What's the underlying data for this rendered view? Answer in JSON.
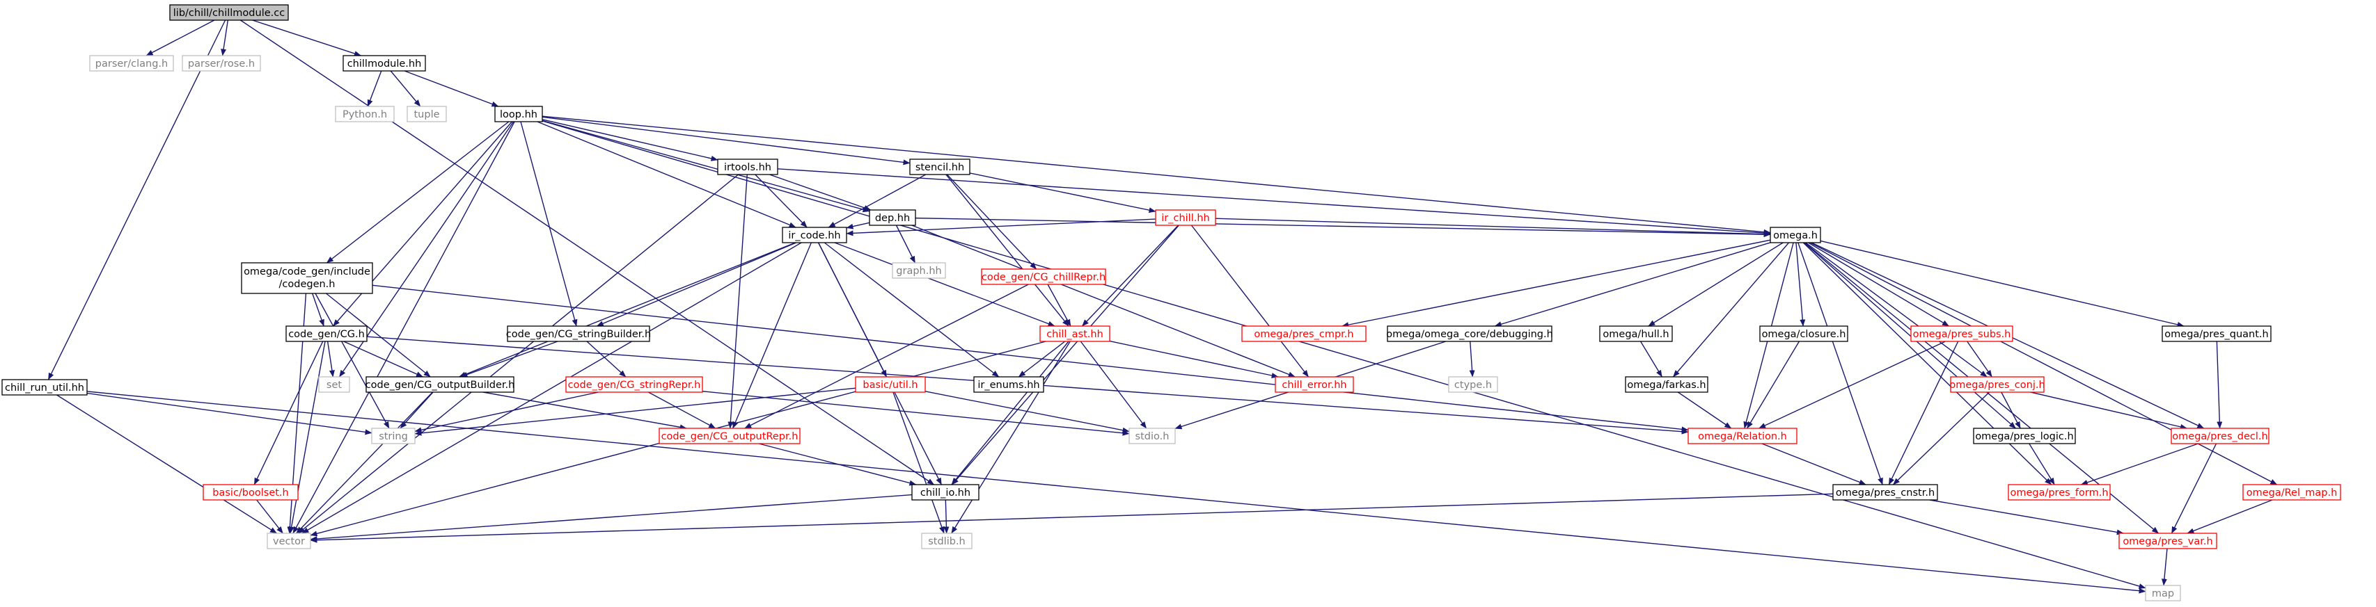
{
  "colors": {
    "edge": "#191970",
    "node_border_black": "#000000",
    "node_border_red": "#ff0000",
    "node_border_gray": "#bfbfbf",
    "root_fill": "#bfbfbf",
    "text_normal": "#000000",
    "text_red": "#ff0000",
    "text_gray": "#7f7f7f"
  },
  "nodes": {
    "root": {
      "label": "lib/chill/chillmodule.cc",
      "kind": "root"
    },
    "clang": {
      "label": "parser/clang.h",
      "kind": "external"
    },
    "rose": {
      "label": "parser/rose.h",
      "kind": "external"
    },
    "chillmodule_hh": {
      "label": "chillmodule.hh",
      "kind": "documented"
    },
    "chill_run_util": {
      "label": "chill_run_util.hh",
      "kind": "documented"
    },
    "python_h": {
      "label": "Python.h",
      "kind": "external"
    },
    "tuple": {
      "label": "tuple",
      "kind": "external"
    },
    "loop_hh": {
      "label": "loop.hh",
      "kind": "documented"
    },
    "irtools_hh": {
      "label": "irtools.hh",
      "kind": "documented"
    },
    "stencil_hh": {
      "label": "stencil.hh",
      "kind": "documented"
    },
    "ir_chill_hh": {
      "label": "ir_chill.hh",
      "kind": "truncated"
    },
    "dep_hh": {
      "label": "dep.hh",
      "kind": "documented"
    },
    "codegen_h": {
      "label": "omega/code_gen/include\n/codegen.h",
      "kind": "documented"
    },
    "ir_code_hh": {
      "label": "ir_code.hh",
      "kind": "documented"
    },
    "graph_hh": {
      "label": "graph.hh",
      "kind": "external"
    },
    "cg_chillrepr": {
      "label": "code_gen/CG_chillRepr.h",
      "kind": "truncated"
    },
    "omega_h": {
      "label": "omega.h",
      "kind": "documented"
    },
    "cg_h": {
      "label": "code_gen/CG.h",
      "kind": "documented"
    },
    "cg_stringbuilder": {
      "label": "code_gen/CG_stringBuilder.h",
      "kind": "documented"
    },
    "chill_ast_hh": {
      "label": "chill_ast.hh",
      "kind": "truncated"
    },
    "pres_cmpr": {
      "label": "omega/pres_cmpr.h",
      "kind": "truncated"
    },
    "omega_core_debugging": {
      "label": "omega/omega_core/debugging.h",
      "kind": "documented"
    },
    "hull_h": {
      "label": "omega/hull.h",
      "kind": "documented"
    },
    "closure_h": {
      "label": "omega/closure.h",
      "kind": "documented"
    },
    "pres_subs": {
      "label": "omega/pres_subs.h",
      "kind": "truncated"
    },
    "pres_quant": {
      "label": "omega/pres_quant.h",
      "kind": "documented"
    },
    "set": {
      "label": "set",
      "kind": "external"
    },
    "cg_outputbuilder": {
      "label": "code_gen/CG_outputBuilder.h",
      "kind": "documented"
    },
    "cg_stringrepr": {
      "label": "code_gen/CG_stringRepr.h",
      "kind": "truncated"
    },
    "basic_util": {
      "label": "basic/util.h",
      "kind": "truncated"
    },
    "ir_enums": {
      "label": "ir_enums.hh",
      "kind": "documented"
    },
    "chill_error": {
      "label": "chill_error.hh",
      "kind": "truncated"
    },
    "ctype_h": {
      "label": "ctype.h",
      "kind": "external"
    },
    "farkas_h": {
      "label": "omega/farkas.h",
      "kind": "documented"
    },
    "pres_conj": {
      "label": "omega/pres_conj.h",
      "kind": "truncated"
    },
    "string": {
      "label": "string",
      "kind": "external"
    },
    "cg_outputrepr": {
      "label": "code_gen/CG_outputRepr.h",
      "kind": "truncated"
    },
    "stdio_h": {
      "label": "stdio.h",
      "kind": "external"
    },
    "relation_h": {
      "label": "omega/Relation.h",
      "kind": "truncated"
    },
    "pres_logic": {
      "label": "omega/pres_logic.h",
      "kind": "documented"
    },
    "pres_decl": {
      "label": "omega/pres_decl.h",
      "kind": "truncated"
    },
    "boolset": {
      "label": "basic/boolset.h",
      "kind": "truncated"
    },
    "chill_io": {
      "label": "chill_io.hh",
      "kind": "documented"
    },
    "pres_cnstr": {
      "label": "omega/pres_cnstr.h",
      "kind": "documented"
    },
    "pres_form": {
      "label": "omega/pres_form.h",
      "kind": "truncated"
    },
    "rel_map": {
      "label": "omega/Rel_map.h",
      "kind": "truncated"
    },
    "vector": {
      "label": "vector",
      "kind": "external"
    },
    "stdlib_h": {
      "label": "stdlib.h",
      "kind": "external"
    },
    "pres_var": {
      "label": "omega/pres_var.h",
      "kind": "truncated"
    },
    "map": {
      "label": "map",
      "kind": "external"
    }
  },
  "edges": [
    [
      "root",
      "chill_run_util"
    ],
    [
      "root",
      "clang"
    ],
    [
      "root",
      "rose"
    ],
    [
      "root",
      "chillmodule_hh"
    ],
    [
      "root",
      "chill_io"
    ],
    [
      "chillmodule_hh",
      "python_h"
    ],
    [
      "chillmodule_hh",
      "tuple"
    ],
    [
      "chillmodule_hh",
      "loop_hh"
    ],
    [
      "chill_run_util",
      "string"
    ],
    [
      "chill_run_util",
      "vector"
    ],
    [
      "chill_run_util",
      "map"
    ],
    [
      "loop_hh",
      "irtools_hh"
    ],
    [
      "loop_hh",
      "stencil_hh"
    ],
    [
      "loop_hh",
      "dep_hh"
    ],
    [
      "loop_hh",
      "codegen_h"
    ],
    [
      "loop_hh",
      "ir_code_hh"
    ],
    [
      "loop_hh",
      "omega_h"
    ],
    [
      "loop_hh",
      "cg_h"
    ],
    [
      "loop_hh",
      "cg_stringbuilder"
    ],
    [
      "loop_hh",
      "set"
    ],
    [
      "loop_hh",
      "vector"
    ],
    [
      "loop_hh",
      "map"
    ],
    [
      "irtools_hh",
      "dep_hh"
    ],
    [
      "irtools_hh",
      "ir_code_hh"
    ],
    [
      "irtools_hh",
      "omega_h"
    ],
    [
      "irtools_hh",
      "cg_outputrepr"
    ],
    [
      "irtools_hh",
      "vector"
    ],
    [
      "stencil_hh",
      "ir_chill_hh"
    ],
    [
      "stencil_hh",
      "cg_chillrepr"
    ],
    [
      "stencil_hh",
      "ir_code_hh"
    ],
    [
      "stencil_hh",
      "chill_ast_hh"
    ],
    [
      "ir_chill_hh",
      "ir_code_hh"
    ],
    [
      "ir_chill_hh",
      "chill_ast_hh"
    ],
    [
      "ir_chill_hh",
      "chill_error"
    ],
    [
      "ir_chill_hh",
      "omega_h"
    ],
    [
      "ir_chill_hh",
      "chill_io"
    ],
    [
      "dep_hh",
      "graph_hh"
    ],
    [
      "dep_hh",
      "ir_code_hh"
    ],
    [
      "dep_hh",
      "omega_h"
    ],
    [
      "dep_hh",
      "chill_error"
    ],
    [
      "codegen_h",
      "cg_h"
    ],
    [
      "codegen_h",
      "cg_outputbuilder"
    ],
    [
      "codegen_h",
      "relation_h"
    ],
    [
      "codegen_h",
      "string"
    ],
    [
      "codegen_h",
      "vector"
    ],
    [
      "ir_code_hh",
      "cg_stringbuilder"
    ],
    [
      "ir_code_hh",
      "cg_outputbuilder"
    ],
    [
      "ir_code_hh",
      "cg_outputrepr"
    ],
    [
      "ir_code_hh",
      "chill_ast_hh"
    ],
    [
      "ir_code_hh",
      "basic_util"
    ],
    [
      "ir_code_hh",
      "ir_enums"
    ],
    [
      "ir_code_hh",
      "chill_io"
    ],
    [
      "ir_code_hh",
      "vector"
    ],
    [
      "cg_chillrepr",
      "chill_ast_hh"
    ],
    [
      "cg_chillrepr",
      "cg_outputrepr"
    ],
    [
      "omega_h",
      "pres_cmpr"
    ],
    [
      "omega_h",
      "omega_core_debugging"
    ],
    [
      "omega_h",
      "hull_h"
    ],
    [
      "omega_h",
      "closure_h"
    ],
    [
      "omega_h",
      "pres_subs"
    ],
    [
      "omega_h",
      "pres_quant"
    ],
    [
      "omega_h",
      "farkas_h"
    ],
    [
      "omega_h",
      "pres_conj"
    ],
    [
      "omega_h",
      "relation_h"
    ],
    [
      "omega_h",
      "pres_logic"
    ],
    [
      "omega_h",
      "pres_decl"
    ],
    [
      "omega_h",
      "pres_cnstr"
    ],
    [
      "omega_h",
      "pres_form"
    ],
    [
      "omega_h",
      "rel_map"
    ],
    [
      "omega_h",
      "pres_var"
    ],
    [
      "cg_h",
      "set"
    ],
    [
      "cg_h",
      "cg_outputbuilder"
    ],
    [
      "cg_h",
      "boolset"
    ],
    [
      "cg_h",
      "vector"
    ],
    [
      "cg_h",
      "relation_h"
    ],
    [
      "cg_stringbuilder",
      "cg_outputbuilder"
    ],
    [
      "cg_stringbuilder",
      "cg_stringrepr"
    ],
    [
      "chill_ast_hh",
      "ir_enums"
    ],
    [
      "chill_ast_hh",
      "chill_error"
    ],
    [
      "chill_ast_hh",
      "stdio_h"
    ],
    [
      "chill_ast_hh",
      "chill_io"
    ],
    [
      "chill_ast_hh",
      "vector"
    ],
    [
      "chill_ast_hh",
      "stdlib_h"
    ],
    [
      "omega_core_debugging",
      "ctype_h"
    ],
    [
      "omega_core_debugging",
      "stdio_h"
    ],
    [
      "hull_h",
      "farkas_h"
    ],
    [
      "closure_h",
      "relation_h"
    ],
    [
      "pres_subs",
      "pres_conj"
    ],
    [
      "pres_subs",
      "relation_h"
    ],
    [
      "pres_subs",
      "pres_cnstr"
    ],
    [
      "pres_quant",
      "pres_decl"
    ],
    [
      "cg_outputbuilder",
      "string"
    ],
    [
      "cg_outputbuilder",
      "cg_outputrepr"
    ],
    [
      "cg_outputbuilder",
      "vector"
    ],
    [
      "cg_stringrepr",
      "string"
    ],
    [
      "cg_stringrepr",
      "cg_outputrepr"
    ],
    [
      "cg_stringrepr",
      "stdio_h"
    ],
    [
      "basic_util",
      "string"
    ],
    [
      "basic_util",
      "stdio_h"
    ],
    [
      "basic_util",
      "stdlib_h"
    ],
    [
      "farkas_h",
      "relation_h"
    ],
    [
      "pres_conj",
      "pres_logic"
    ],
    [
      "pres_conj",
      "pres_cnstr"
    ],
    [
      "pres_conj",
      "pres_decl"
    ],
    [
      "cg_outputrepr",
      "chill_io"
    ],
    [
      "relation_h",
      "pres_cnstr"
    ],
    [
      "pres_logic",
      "pres_form"
    ],
    [
      "pres_decl",
      "pres_form"
    ],
    [
      "pres_decl",
      "pres_var"
    ],
    [
      "boolset",
      "vector"
    ],
    [
      "chill_io",
      "stdlib_h"
    ],
    [
      "chill_io",
      "vector"
    ],
    [
      "pres_cnstr",
      "vector"
    ],
    [
      "pres_cnstr",
      "pres_var"
    ],
    [
      "rel_map",
      "pres_var"
    ],
    [
      "pres_var",
      "map"
    ]
  ]
}
